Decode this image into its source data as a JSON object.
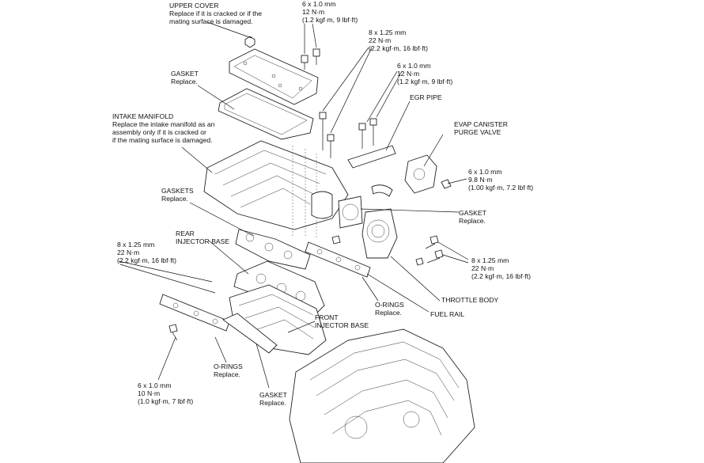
{
  "labels": {
    "upper_cover": {
      "title": "UPPER COVER",
      "lines": [
        "Replace if it is cracked or if the",
        "mating surface is damaged."
      ]
    },
    "bolt_top": {
      "lines": [
        "6 x 1.0 mm",
        "12 N·m",
        "(1.2 kgf·m, 9 lbf·ft)"
      ]
    },
    "bolt_825_top": {
      "lines": [
        "8 x 1.25 mm",
        "22 N·m",
        "(2.2 kgf·m, 16 lbf·ft)"
      ]
    },
    "bolt_egr": {
      "lines": [
        "6 x 1.0 mm",
        "12 N·m",
        "(1.2 kgf·m, 9 lbf·ft)"
      ]
    },
    "egr_pipe": {
      "title": "EGR PIPE"
    },
    "gasket_top": {
      "title": "GASKET",
      "lines": [
        "Replace."
      ]
    },
    "intake_manifold": {
      "title": "INTAKE MANIFOLD",
      "lines": [
        "Replace the intake manifold as an",
        "assembly only if it is cracked or",
        "if the mating surface is damaged."
      ]
    },
    "evap": {
      "title": "EVAP CANISTER",
      "lines": [
        "PURGE VALVE"
      ]
    },
    "bolt_evap": {
      "lines": [
        "6 x 1.0 mm",
        "9.8 N·m",
        "(1.00 kgf·m, 7.2 lbf·ft)"
      ]
    },
    "gaskets": {
      "title": "GASKETS",
      "lines": [
        "Replace."
      ]
    },
    "gasket_tb": {
      "title": "GASKET",
      "lines": [
        "Replace."
      ]
    },
    "rear_injector_base": {
      "title": "REAR",
      "lines": [
        "INJECTOR BASE"
      ]
    },
    "bolt_825_left": {
      "lines": [
        "8 x 1.25 mm",
        "22 N·m",
        "(2.2 kgf·m, 16 lbf·ft)"
      ]
    },
    "bolt_825_right": {
      "lines": [
        "8 x 1.25 mm",
        "22 N·m",
        "(2.2 kgf·m, 16 lbf·ft)"
      ]
    },
    "throttle_body": {
      "title": "THROTTLE BODY"
    },
    "o_rings_center": {
      "title": "O-RINGS",
      "lines": [
        "Replace."
      ]
    },
    "fuel_rail": {
      "title": "FUEL RAIL"
    },
    "front_injector_base": {
      "title": "FRONT",
      "lines": [
        "INJECTOR BASE"
      ]
    },
    "o_rings_left": {
      "title": "O-RINGS",
      "lines": [
        "Replace."
      ]
    },
    "bolt_bottom": {
      "lines": [
        "6 x 1.0 mm",
        "10 N·m",
        "(1.0 kgf·m, 7 lbf·ft)"
      ]
    },
    "gasket_bottom": {
      "title": "GASKET",
      "lines": [
        "Replace."
      ]
    }
  }
}
